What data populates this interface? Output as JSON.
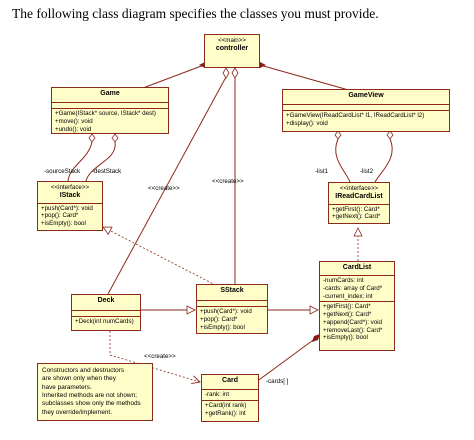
{
  "intro": "The following class diagram specifies the classes you must provide.",
  "classes": {
    "controller": {
      "stereotype": "<<main>>",
      "name": "controller"
    },
    "game": {
      "name": "Game",
      "methods": [
        "+Game(IStack* source, IStack* dest)",
        "+move(): void",
        "+undo(): void"
      ]
    },
    "gameview": {
      "name": "GameView",
      "methods": [
        "+GameView(IReadCardList* l1, IReadCardList* l2)",
        "+display(): void"
      ]
    },
    "istack": {
      "stereotype": "<<interface>>",
      "name": "IStack",
      "methods": [
        "+push(Card*): void",
        "+pop(): Card*",
        "+isEmpty(): bool"
      ]
    },
    "ireadcardlist": {
      "stereotype": "<<interface>>",
      "name": "IReadCardList",
      "methods": [
        "+getFirst(): Card*",
        "+getNext(): Card*"
      ]
    },
    "deck": {
      "name": "Deck",
      "methods": [
        "+Deck(int numCards)"
      ]
    },
    "sstack": {
      "name": "SStack",
      "methods": [
        "+push(Card*): void",
        "+pop(): Card*",
        "+isEmpty(): bool"
      ]
    },
    "cardlist": {
      "name": "CardList",
      "attributes": [
        "-numCards: int",
        "-cards: array of Card*",
        "-current_index: int"
      ],
      "methods": [
        "+getFirst(): Card*",
        "+getNext(): Card*",
        "+append(Card*): void",
        "+removeLast(): Card*",
        "+isEmpty(): bool"
      ]
    },
    "card": {
      "name": "Card",
      "attributes": [
        "-rank: int"
      ],
      "methods": [
        "+Card(int rank)",
        "+getRank(): int"
      ]
    }
  },
  "labels": {
    "source": "-sourceStack",
    "dest": "-destStack",
    "create1": "<<create>>",
    "create2": "<<create>>",
    "create3": "<<create>>",
    "list1": "-list1",
    "list2": "-list2",
    "cards": "-cards[ ]"
  },
  "note": {
    "lines": [
      "Constructors and destructors",
      "are shown only when they",
      "have parameters.",
      "Inherited methods are not shown;",
      "subclasses show only the methods",
      "they override/implement."
    ]
  },
  "colors": {
    "fill": "#fffdc8",
    "border": "#8b2a1a",
    "line": "#8b2a1a",
    "diamond": "#8b1a1a"
  }
}
